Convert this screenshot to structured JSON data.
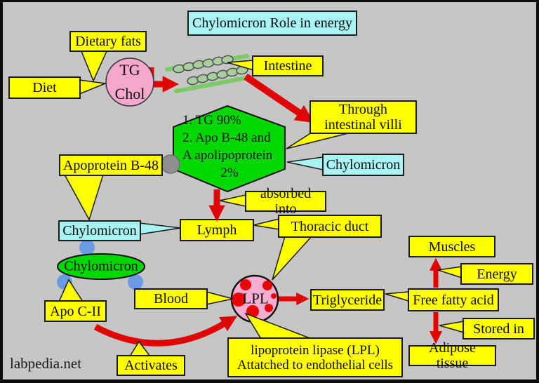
{
  "title": "Chylomicron Role in energy",
  "watermark": "labpedia.net",
  "colors": {
    "background": "#c6c6c6",
    "box_yellow": "#ffff00",
    "box_cyan": "#a8f4f4",
    "bright_green": "#00d800",
    "tg_circle_pink": "#f5a8cb",
    "lpl_circle_pink": "#f6aed2",
    "arrow_red": "#e00505",
    "blue_dot": "#6b9be4",
    "gray_dot": "#8f8f8f",
    "intestine_oval": "#a8cf9e",
    "intestine_bar": "#7cc968"
  },
  "nodes": {
    "dietary_fats": "Dietary fats",
    "diet": "Diet",
    "intestine": "Intestine",
    "through_villi": "Through intestinal villi",
    "chylomicron_right": "Chylomicron",
    "absorbed_into": "absorbed into",
    "lymph": "Lymph",
    "thoracic_duct": "Thoracic duct",
    "apoprotein_b48": "Apoprotein B-48",
    "chylomicron_left": "Chylomicron",
    "chylomicron_particle": "Chylomicron",
    "apo_c2": "Apo C-II",
    "blood": "Blood",
    "activates": "Activates",
    "lpl": "LPL",
    "lipase_line1": "lipoprotein lipase (LPL)",
    "lipase_line2": "Attatched to endothelial cells",
    "triglyceride": "Triglyceride",
    "free_fatty_acid": "Free fatty acid",
    "muscles": "Muscles",
    "energy": "Energy",
    "stored_in": "Stored in",
    "adipose": "Adipose tissue"
  },
  "hexagon": {
    "lines": [
      "1. TG 90%",
      "2. Apo B-48 and",
      "A apolipoprotein",
      "2%"
    ]
  },
  "tg_circle": {
    "line1": "TG",
    "line2": "Chol"
  }
}
